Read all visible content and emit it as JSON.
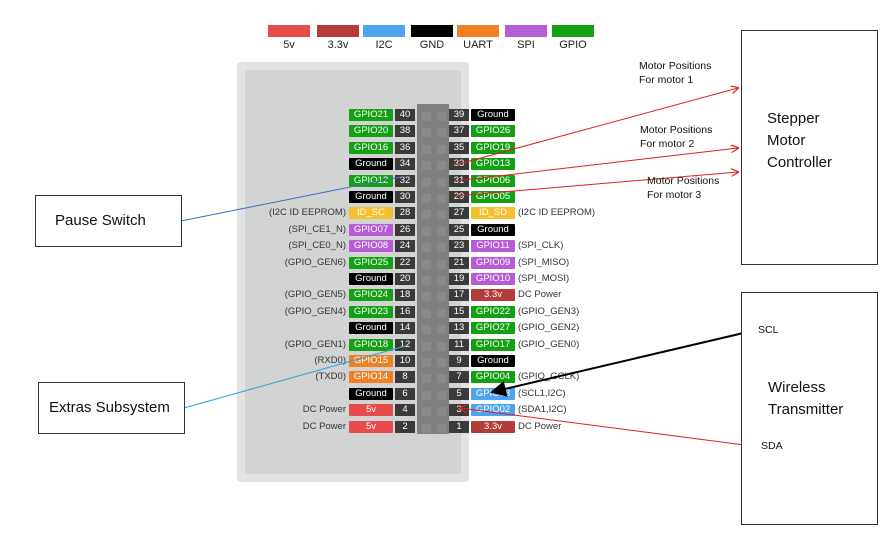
{
  "legend": [
    {
      "label": "5v",
      "color": "#e84b4b"
    },
    {
      "label": "3.3v",
      "color": "#b53a3a"
    },
    {
      "label": "I2C",
      "color": "#4da3ef"
    },
    {
      "label": "GND",
      "color": "#000000"
    },
    {
      "label": "UART",
      "color": "#f08024"
    },
    {
      "label": "SPI",
      "color": "#b65cd6"
    },
    {
      "label": "GPIO",
      "color": "#13a113"
    }
  ],
  "left_pins": [
    {
      "pill": "GPIO21",
      "num": "40",
      "type": "GPIO",
      "note": ""
    },
    {
      "pill": "GPIO20",
      "num": "38",
      "type": "GPIO",
      "note": ""
    },
    {
      "pill": "GPIO16",
      "num": "36",
      "type": "GPIO",
      "note": ""
    },
    {
      "pill": "Ground",
      "num": "34",
      "type": "GND",
      "note": ""
    },
    {
      "pill": "GPIO12",
      "num": "32",
      "type": "GPIO",
      "note": ""
    },
    {
      "pill": "Ground",
      "num": "30",
      "type": "GND",
      "note": ""
    },
    {
      "pill": "ID_SC",
      "num": "28",
      "type": "ID",
      "note": "(I2C ID EEPROM)"
    },
    {
      "pill": "GPIO07",
      "num": "26",
      "type": "SPI",
      "note": "(SPI_CE1_N)"
    },
    {
      "pill": "GPIO08",
      "num": "24",
      "type": "SPI",
      "note": "(SPI_CE0_N)"
    },
    {
      "pill": "GPIO25",
      "num": "22",
      "type": "GPIO",
      "note": "(GPIO_GEN6)"
    },
    {
      "pill": "Ground",
      "num": "20",
      "type": "GND",
      "note": ""
    },
    {
      "pill": "GPIO24",
      "num": "18",
      "type": "GPIO",
      "note": "(GPIO_GEN5)"
    },
    {
      "pill": "GPIO23",
      "num": "16",
      "type": "GPIO",
      "note": "(GPIO_GEN4)"
    },
    {
      "pill": "Ground",
      "num": "14",
      "type": "GND",
      "note": ""
    },
    {
      "pill": "GPIO18",
      "num": "12",
      "type": "GPIO",
      "note": "(GPIO_GEN1)"
    },
    {
      "pill": "GPIO15",
      "num": "10",
      "type": "UART",
      "note": "(RXD0)"
    },
    {
      "pill": "GPIO14",
      "num": "8",
      "type": "UART",
      "note": "(TXD0)"
    },
    {
      "pill": "Ground",
      "num": "6",
      "type": "GND",
      "note": ""
    },
    {
      "pill": "5v",
      "num": "4",
      "type": "5V",
      "note": "DC Power"
    },
    {
      "pill": "5v",
      "num": "2",
      "type": "5V",
      "note": "DC Power"
    }
  ],
  "right_pins": [
    {
      "pill": "Ground",
      "num": "39",
      "type": "GND",
      "note": ""
    },
    {
      "pill": "GPIO26",
      "num": "37",
      "type": "GPIO",
      "note": ""
    },
    {
      "pill": "GPIO19",
      "num": "35",
      "type": "GPIO",
      "note": ""
    },
    {
      "pill": "GPIO13",
      "num": "33",
      "type": "GPIO",
      "note": ""
    },
    {
      "pill": "GPIO06",
      "num": "31",
      "type": "GPIO",
      "note": ""
    },
    {
      "pill": "GPIO05",
      "num": "29",
      "type": "GPIO",
      "note": ""
    },
    {
      "pill": "ID_SD",
      "num": "27",
      "type": "ID",
      "note": "(I2C ID EEPROM)"
    },
    {
      "pill": "Ground",
      "num": "25",
      "type": "GND",
      "note": ""
    },
    {
      "pill": "GPIO11",
      "num": "23",
      "type": "SPI",
      "note": "(SPI_CLK)"
    },
    {
      "pill": "GPIO09",
      "num": "21",
      "type": "SPI",
      "note": "(SPI_MISO)"
    },
    {
      "pill": "GPIO10",
      "num": "19",
      "type": "SPI",
      "note": "(SPI_MOSI)"
    },
    {
      "pill": "3.3v",
      "num": "17",
      "type": "3V3",
      "note": "DC Power"
    },
    {
      "pill": "GPIO22",
      "num": "15",
      "type": "GPIO",
      "note": "(GPIO_GEN3)"
    },
    {
      "pill": "GPIO27",
      "num": "13",
      "type": "GPIO",
      "note": "(GPIO_GEN2)"
    },
    {
      "pill": "GPIO17",
      "num": "11",
      "type": "GPIO",
      "note": "(GPIO_GEN0)"
    },
    {
      "pill": "Ground",
      "num": "9",
      "type": "GND",
      "note": ""
    },
    {
      "pill": "GPIO04",
      "num": "7",
      "type": "GPIO",
      "note": "(GPIO_GCLK)"
    },
    {
      "pill": "GPIO03",
      "num": "5",
      "type": "I2C",
      "note": "(SCL1,I2C)"
    },
    {
      "pill": "GPIO02",
      "num": "3",
      "type": "I2C",
      "note": "(SDA1,I2C)"
    },
    {
      "pill": "3.3v",
      "num": "1",
      "type": "3V3",
      "note": "DC Power"
    }
  ],
  "type_colors": {
    "GPIO": "#13a113",
    "GND": "#000000",
    "SPI": "#b65cd6",
    "UART": "#f08024",
    "I2C": "#4da3ef",
    "5V": "#e84b4b",
    "3V3": "#b53a3a",
    "ID": "#f5c030"
  },
  "boxes": {
    "pause": "Pause Switch",
    "extras": "Extras Subsystem",
    "stepper_line1": "Stepper",
    "stepper_line2": "Motor",
    "stepper_line3": "Controller",
    "wireless_line1": "Wireless",
    "wireless_line2": "Transmitter"
  },
  "annotations": {
    "motor1_line1": "Motor Positions",
    "motor1_line2": "For motor 1",
    "motor2_line1": "Motor Positions",
    "motor2_line2": "For motor 2",
    "motor3_line1": "Motor Positions",
    "motor3_line2": "For motor 3",
    "scl": "SCL",
    "sda": "SDA"
  }
}
